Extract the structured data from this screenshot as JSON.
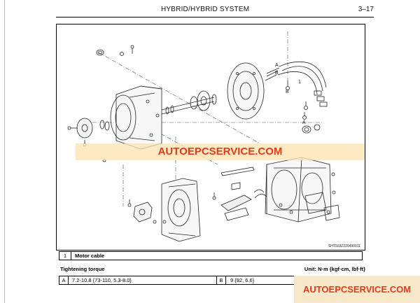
{
  "header": {
    "title": "HYBRID/HYBRID SYSTEM",
    "page_number": "3–17"
  },
  "diagram": {
    "illustration_id": "SHT503Z220490011",
    "callouts": {
      "a": "A",
      "b": "B",
      "one": "1"
    }
  },
  "watermarks": {
    "center": "AUTOEPCSERVICE.COM",
    "corner": "AUTOEPCSERVICE.COM"
  },
  "parts_table": {
    "rows": [
      {
        "number": "1",
        "label": "Motor cable"
      }
    ]
  },
  "torque": {
    "heading": "Tightening torque",
    "units": "Unit: N·m {kgf·cm, lbf·ft}",
    "rows": [
      {
        "key": "A",
        "value": "7.2-10.8 {73-110, 5.3-8.0}",
        "key2": "B",
        "value2": "9 {92, 6.6}"
      }
    ]
  }
}
